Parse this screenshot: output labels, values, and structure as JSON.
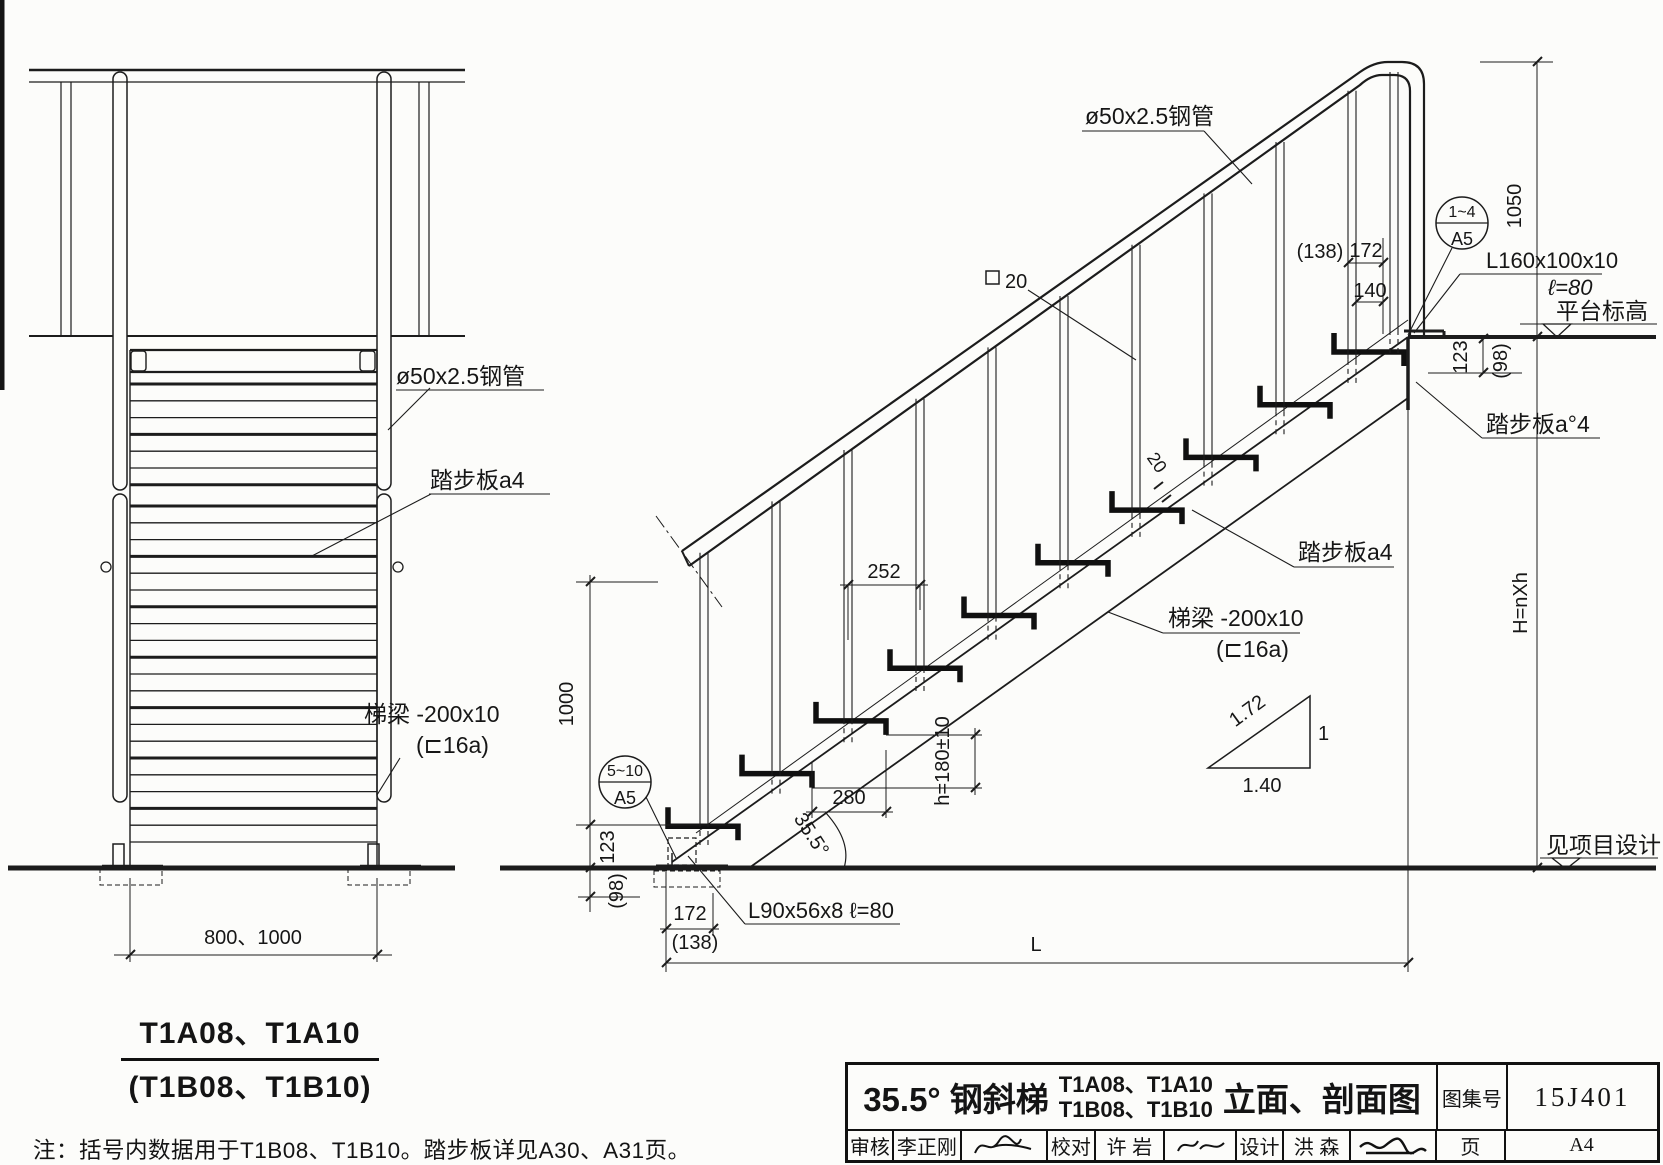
{
  "left_view": {
    "pipe_label": "ø50x2.5钢管",
    "tread_label": "踏步板a4",
    "beam_label": "梯梁 -200x10",
    "beam_label2": "(⊏16a)",
    "width_dim": "800、1000",
    "title": "T1A08、T1A10",
    "title_alt": "(T1B08、T1B10)"
  },
  "right_view": {
    "pipe_label": "ø50x2.5钢管",
    "baluster_dim": "20",
    "tread_label": "踏步板a4",
    "tread_label_top": "踏步板a°4",
    "beam_label": "梯梁 -200x10",
    "beam_label2": "(⊏16a)",
    "corner_angle_label": "L160x100x10",
    "corner_angle_len": "ℓ=80",
    "platform_level_label": "平台标高",
    "ground_level_label": "见项目设计",
    "foot_angle_label": "L90x56x8  ℓ=80",
    "height_formula": "H=nXh",
    "detail_top": {
      "num": "1~4",
      "page": "A5"
    },
    "detail_bottom": {
      "num": "5~10",
      "page": "A5"
    },
    "slope_triangle": {
      "hyp": "1.72",
      "vert": "1",
      "horiz": "1.40"
    },
    "angle": "35.5°",
    "dims": {
      "d1050": "1050",
      "d138_top": "(138)",
      "d172_top": "172",
      "d140": "140",
      "d123_top": "123",
      "d98_top": "(98)",
      "d252": "252",
      "d280": "280",
      "riser": "h=180±10",
      "d1000": "1000",
      "d123_bot": "123",
      "d98_bot": "(98)",
      "d172_bot": "172",
      "d138_bot": "(138)",
      "dL": "L",
      "d20": "20"
    }
  },
  "note": "注：括号内数据用于T1B08、T1B10。踏步板详见A30、A31页。",
  "title_block": {
    "main_title": "35.5° 钢斜梯",
    "models_1": "T1A08、T1A10",
    "models_2": "T1B08、T1B10",
    "view_type": "立面、剖面图",
    "atlas_label": "图集号",
    "atlas_no": "15J401",
    "reviewer_label": "审核",
    "reviewer": "李正刚",
    "checker_label": "校对",
    "checker": "许 岩",
    "designer_label": "设计",
    "designer": "洪 森",
    "page_label": "页",
    "page_no": "A4"
  }
}
